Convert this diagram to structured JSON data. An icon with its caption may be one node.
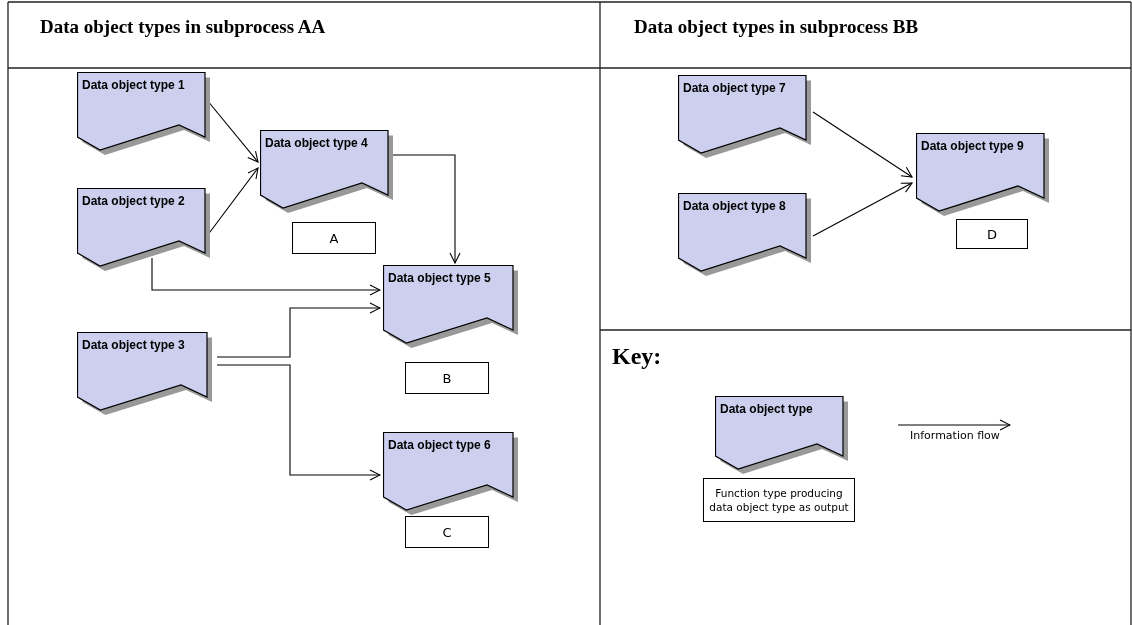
{
  "diagram": {
    "nodes": [
      {
        "text": [
          "Data object type 1"
        ]
      },
      {
        "text": [
          "Data object type 4"
        ]
      },
      {
        "text": [
          "Data object type 2"
        ]
      },
      {
        "text": [
          "A"
        ]
      },
      {
        "text": [
          "Data object type 5"
        ]
      },
      {
        "text": [
          "Data object type 3"
        ]
      },
      {
        "text": [
          "B"
        ]
      },
      {
        "text": [
          "Data object type 6"
        ]
      },
      {
        "text": [
          "C"
        ]
      },
      {
        "text": [
          "Data object type 7"
        ]
      },
      {
        "text": [
          "Data object type 9"
        ]
      },
      {
        "text": [
          "Data object type 8"
        ]
      },
      {
        "text": [
          "D"
        ]
      },
      {
        "text": [
          "Data object type"
        ]
      },
      {
        "text": [
          "Function type producing data object type as output"
        ]
      }
    ],
    "edges": [
      {
        "from": 0,
        "to": 1,
        "arrow": "to"
      },
      {
        "from": 2,
        "to": 1,
        "arrow": "to"
      },
      {
        "from": 1,
        "to": 4,
        "arrow": "to"
      },
      {
        "from": 2,
        "to": 4,
        "arrow": "to"
      },
      {
        "from": 5,
        "to": 4,
        "arrow": "to"
      },
      {
        "from": 5,
        "to": 7,
        "arrow": "to"
      },
      {
        "from": 9,
        "to": 10,
        "arrow": "to"
      },
      {
        "from": 11,
        "to": 10,
        "arrow": "to"
      }
    ],
    "labels": [
      "Data object types in subprocess AA",
      "Data object types in subprocess BB",
      "Key:"
    ],
    "legend": [
      {
        "text": "Information flow"
      }
    ]
  }
}
